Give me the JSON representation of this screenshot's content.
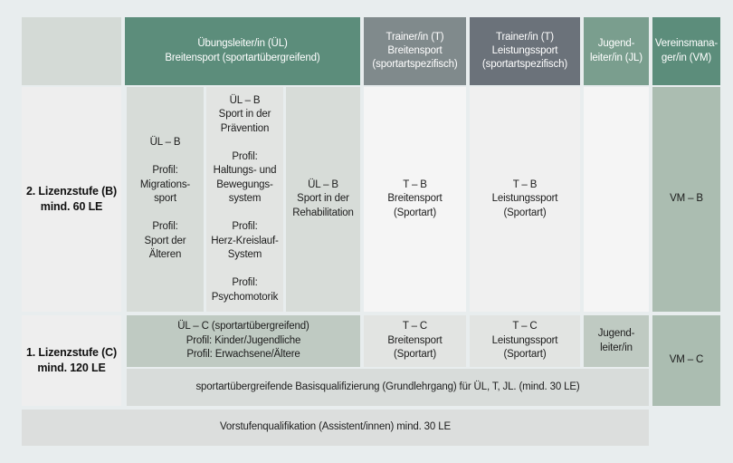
{
  "diagram": {
    "title_semantic": "dosb-lizenzstufen-qualifizierungssystem",
    "colors": {
      "page_background": "#e8edee",
      "header_green": "#5c8d7b",
      "header_gray_light": "#808a8c",
      "header_gray_dark": "#6b727a",
      "header_sage": "#7a9e8e",
      "cell_gray": "#d7dcd8",
      "cell_sage": "#abbdb1",
      "cell_light": "#f5f5f5",
      "bar_gray": "#d8dcda"
    },
    "columns": [
      {
        "id": "level-label",
        "header": ""
      },
      {
        "id": "uebungsleiter",
        "header": "Übungsleiter/in (ÜL)\nBreitensport (sportartübergreifend)"
      },
      {
        "id": "trainer-breitensport",
        "header": "Trainer/in (T)\nBreitensport\n(sportartspezifisch)"
      },
      {
        "id": "trainer-leistungssport",
        "header": "Trainer/in (T)\nLeistungssport\n(sportartspezifisch)"
      },
      {
        "id": "jugendleiter",
        "header": "Jugend-\nleiter/in (JL)"
      },
      {
        "id": "vereinsmanager",
        "header": "Vereinsmana-\nger/in (VM)"
      }
    ],
    "rows": {
      "level2": {
        "label": "2. Lizenzstufe (B)\nmind. 60 LE",
        "uel_b_1": "ÜL – B\n\nProfil:\nMigrations-\nsport\n\nProfil:\nSport der\nÄlteren",
        "uel_b_2": "ÜL – B\nSport in der\nPrävention\n\nProfil:\nHaltungs- und\nBewegungs-\nsystem\n\nProfil:\nHerz-Kreislauf-\nSystem\n\nProfil:\nPsychomotorik",
        "uel_b_3": "ÜL – B\nSport in der\nRehabilitation",
        "trainer_b": "T – B\nBreitensport\n(Sportart)",
        "trainer_l": "T – B\nLeistungssport\n(Sportart)",
        "jugendleiter": "",
        "vereinsmanager": "VM – B"
      },
      "level1": {
        "label": "1. Lizenzstufe (C)\nmind. 120 LE",
        "uel_c": "ÜL – C (sportartübergreifend)\nProfil: Kinder/Jugendliche\nProfil: Erwachsene/Ältere",
        "trainer_b": "T – C\nBreitensport\n(Sportart)",
        "trainer_l": "T – C\nLeistungssport\n(Sportart)",
        "jugendleiter": "Jugend-\nleiter/in",
        "vereinsmanager": "VM – C"
      },
      "basis": {
        "text": "sportartübergreifende Basisqualifizierung (Grundlehrgang) für ÜL, T, JL. (mind. 30 LE)"
      },
      "vorstufe": {
        "text": "Vorstufenqualifikation (Assistent/innen) mind. 30 LE"
      }
    }
  }
}
